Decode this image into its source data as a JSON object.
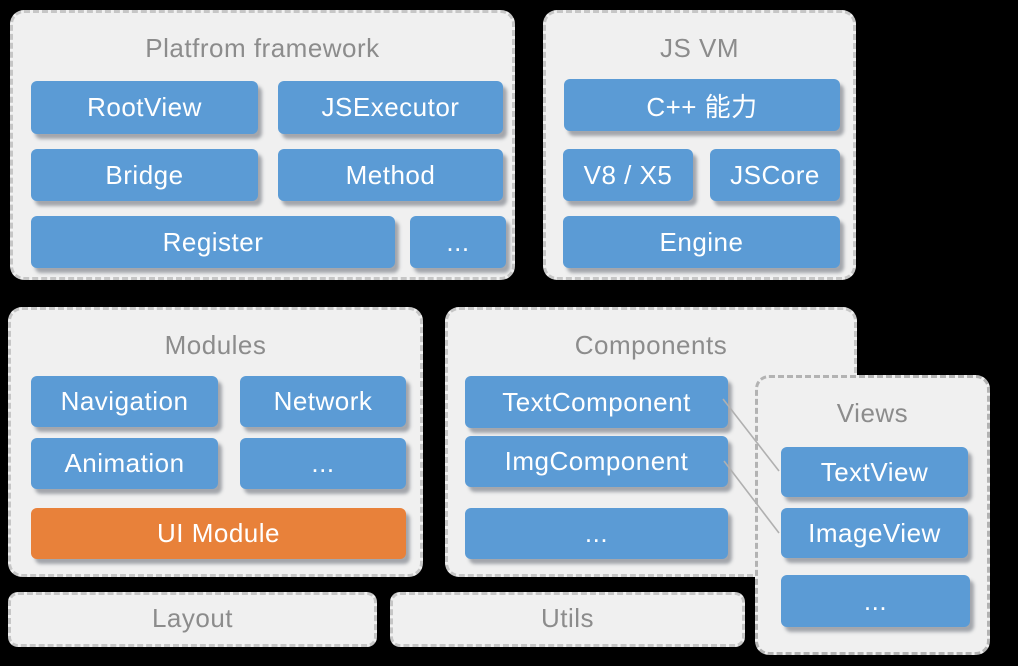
{
  "colors": {
    "background": "#000000",
    "panel_fill": "#f0f0f0",
    "panel_border": "#c6c6c6",
    "views_border": "#b3b3b3",
    "blue": "#5b9bd5",
    "orange": "#e8813a",
    "title_text": "#8c8c8c",
    "box_text": "#ffffff",
    "connector": "#b0b0b0"
  },
  "panels": {
    "platform": {
      "title": "Platfrom framework",
      "boxes": [
        "RootView",
        "JSExecutor",
        "Bridge",
        "Method",
        "Register",
        "..."
      ]
    },
    "jsvm": {
      "title": "JS VM",
      "boxes": [
        "C++ 能力",
        "V8 / X5",
        "JSCore",
        "Engine"
      ]
    },
    "modules": {
      "title": "Modules",
      "boxes": [
        "Navigation",
        "Network",
        "Animation",
        "...",
        "UI Module"
      ]
    },
    "components": {
      "title": "Components",
      "boxes": [
        "TextComponent",
        "ImgComponent",
        "..."
      ]
    },
    "views": {
      "title": "Views",
      "boxes": [
        "TextView",
        "ImageView",
        "..."
      ]
    },
    "layout": {
      "title": "Layout"
    },
    "utils": {
      "title": "Utils"
    }
  }
}
